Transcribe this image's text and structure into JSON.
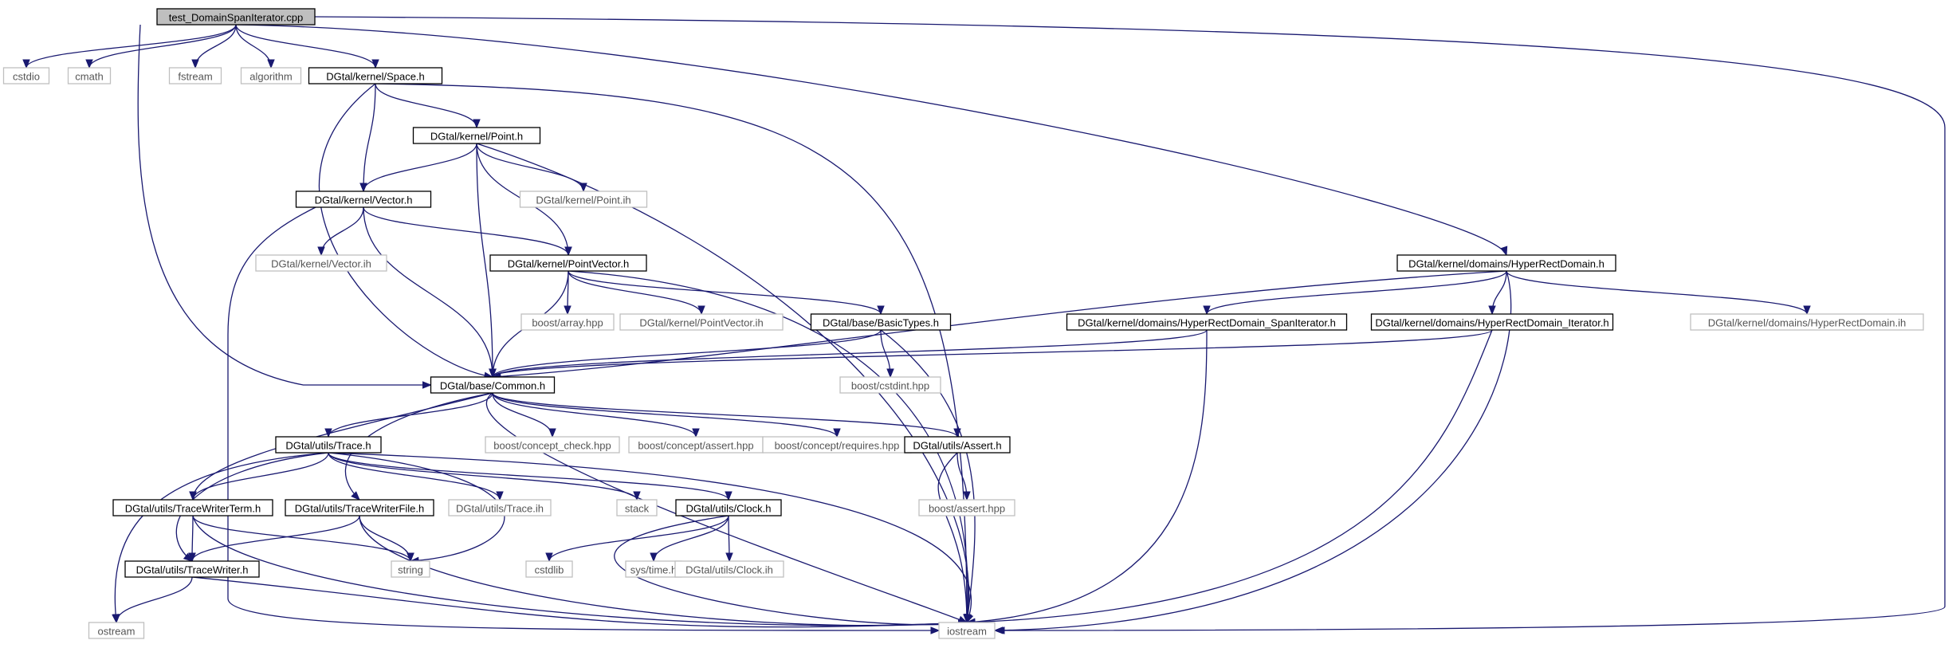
{
  "diagram": {
    "colors": {
      "edge": "#191970",
      "root_fill": "#bfbfbf",
      "doc_border": "#000000",
      "ext_border": "#bfbfbf",
      "ext_text": "#555555"
    },
    "nodes": [
      {
        "id": "root",
        "label": "test_DomainSpanIterator.cpp",
        "kind": "root"
      },
      {
        "id": "cstdio",
        "label": "cstdio",
        "kind": "ext"
      },
      {
        "id": "cmath",
        "label": "cmath",
        "kind": "ext"
      },
      {
        "id": "fstream",
        "label": "fstream",
        "kind": "ext"
      },
      {
        "id": "algorithm",
        "label": "algorithm",
        "kind": "ext"
      },
      {
        "id": "space",
        "label": "DGtal/kernel/Space.h",
        "kind": "doc"
      },
      {
        "id": "point",
        "label": "DGtal/kernel/Point.h",
        "kind": "doc"
      },
      {
        "id": "vector",
        "label": "DGtal/kernel/Vector.h",
        "kind": "doc"
      },
      {
        "id": "pointih",
        "label": "DGtal/kernel/Point.ih",
        "kind": "ext"
      },
      {
        "id": "vectorih",
        "label": "DGtal/kernel/Vector.ih",
        "kind": "ext"
      },
      {
        "id": "pointvector",
        "label": "DGtal/kernel/PointVector.h",
        "kind": "doc"
      },
      {
        "id": "hyperrect",
        "label": "DGtal/kernel/domains/HyperRectDomain.h",
        "kind": "doc"
      },
      {
        "id": "boostarray",
        "label": "boost/array.hpp",
        "kind": "ext"
      },
      {
        "id": "pointvectorih",
        "label": "DGtal/kernel/PointVector.ih",
        "kind": "ext"
      },
      {
        "id": "basictypes",
        "label": "DGtal/base/BasicTypes.h",
        "kind": "doc"
      },
      {
        "id": "spaniter",
        "label": "DGtal/kernel/domains/HyperRectDomain_SpanIterator.h",
        "kind": "doc"
      },
      {
        "id": "iter",
        "label": "DGtal/kernel/domains/HyperRectDomain_Iterator.h",
        "kind": "doc"
      },
      {
        "id": "hyperrectih",
        "label": "DGtal/kernel/domains/HyperRectDomain.ih",
        "kind": "ext"
      },
      {
        "id": "common",
        "label": "DGtal/base/Common.h",
        "kind": "doc"
      },
      {
        "id": "cstdint",
        "label": "boost/cstdint.hpp",
        "kind": "ext"
      },
      {
        "id": "trace",
        "label": "DGtal/utils/Trace.h",
        "kind": "doc"
      },
      {
        "id": "conceptcheck",
        "label": "boost/concept_check.hpp",
        "kind": "ext"
      },
      {
        "id": "conceptassert",
        "label": "boost/concept/assert.hpp",
        "kind": "ext"
      },
      {
        "id": "conceptrequires",
        "label": "boost/concept/requires.hpp",
        "kind": "ext"
      },
      {
        "id": "assert",
        "label": "DGtal/utils/Assert.h",
        "kind": "doc"
      },
      {
        "id": "twterm",
        "label": "DGtal/utils/TraceWriterTerm.h",
        "kind": "doc"
      },
      {
        "id": "twfile",
        "label": "DGtal/utils/TraceWriterFile.h",
        "kind": "doc"
      },
      {
        "id": "traceih",
        "label": "DGtal/utils/Trace.ih",
        "kind": "ext"
      },
      {
        "id": "stack",
        "label": "stack",
        "kind": "ext"
      },
      {
        "id": "clock",
        "label": "DGtal/utils/Clock.h",
        "kind": "doc"
      },
      {
        "id": "boostassert",
        "label": "boost/assert.hpp",
        "kind": "ext"
      },
      {
        "id": "tw",
        "label": "DGtal/utils/TraceWriter.h",
        "kind": "doc"
      },
      {
        "id": "string",
        "label": "string",
        "kind": "ext"
      },
      {
        "id": "cstdlib",
        "label": "cstdlib",
        "kind": "ext"
      },
      {
        "id": "systime",
        "label": "sys/time.h",
        "kind": "ext"
      },
      {
        "id": "clockih",
        "label": "DGtal/utils/Clock.ih",
        "kind": "ext"
      },
      {
        "id": "ostream",
        "label": "ostream",
        "kind": "ext"
      },
      {
        "id": "iostream",
        "label": "iostream",
        "kind": "ext"
      }
    ],
    "edges": [
      [
        "root",
        "cstdio"
      ],
      [
        "root",
        "cmath"
      ],
      [
        "root",
        "fstream"
      ],
      [
        "root",
        "algorithm"
      ],
      [
        "root",
        "space"
      ],
      [
        "root",
        "common"
      ],
      [
        "root",
        "hyperrect"
      ],
      [
        "root",
        "iostream"
      ],
      [
        "space",
        "point"
      ],
      [
        "space",
        "vector"
      ],
      [
        "space",
        "common"
      ],
      [
        "space",
        "iostream"
      ],
      [
        "point",
        "vector"
      ],
      [
        "point",
        "pointih"
      ],
      [
        "point",
        "pointvector"
      ],
      [
        "point",
        "common"
      ],
      [
        "point",
        "iostream"
      ],
      [
        "vector",
        "vectorih"
      ],
      [
        "vector",
        "pointvector"
      ],
      [
        "vector",
        "common"
      ],
      [
        "vector",
        "iostream"
      ],
      [
        "pointvector",
        "boostarray"
      ],
      [
        "pointvector",
        "pointvectorih"
      ],
      [
        "pointvector",
        "basictypes"
      ],
      [
        "pointvector",
        "common"
      ],
      [
        "pointvector",
        "iostream"
      ],
      [
        "basictypes",
        "common"
      ],
      [
        "basictypes",
        "cstdint"
      ],
      [
        "basictypes",
        "iostream"
      ],
      [
        "hyperrect",
        "common"
      ],
      [
        "hyperrect",
        "spaniter"
      ],
      [
        "hyperrect",
        "iter"
      ],
      [
        "hyperrect",
        "hyperrectih"
      ],
      [
        "hyperrect",
        "iostream"
      ],
      [
        "spaniter",
        "common"
      ],
      [
        "spaniter",
        "iostream"
      ],
      [
        "iter",
        "common"
      ],
      [
        "iter",
        "iostream"
      ],
      [
        "common",
        "trace"
      ],
      [
        "common",
        "conceptcheck"
      ],
      [
        "common",
        "conceptassert"
      ],
      [
        "common",
        "conceptrequires"
      ],
      [
        "common",
        "assert"
      ],
      [
        "common",
        "twterm"
      ],
      [
        "common",
        "twfile"
      ],
      [
        "common",
        "iostream"
      ],
      [
        "trace",
        "twterm"
      ],
      [
        "trace",
        "traceih"
      ],
      [
        "trace",
        "stack"
      ],
      [
        "trace",
        "clock"
      ],
      [
        "trace",
        "tw"
      ],
      [
        "trace",
        "ostream"
      ],
      [
        "trace",
        "string"
      ],
      [
        "trace",
        "iostream"
      ],
      [
        "assert",
        "boostassert"
      ],
      [
        "assert",
        "iostream"
      ],
      [
        "twterm",
        "tw"
      ],
      [
        "twterm",
        "string"
      ],
      [
        "twterm",
        "iostream"
      ],
      [
        "twfile",
        "tw"
      ],
      [
        "twfile",
        "string"
      ],
      [
        "twfile",
        "iostream"
      ],
      [
        "clock",
        "cstdlib"
      ],
      [
        "clock",
        "systime"
      ],
      [
        "clock",
        "clockih"
      ],
      [
        "clock",
        "iostream"
      ],
      [
        "tw",
        "ostream"
      ],
      [
        "tw",
        "iostream"
      ]
    ]
  }
}
